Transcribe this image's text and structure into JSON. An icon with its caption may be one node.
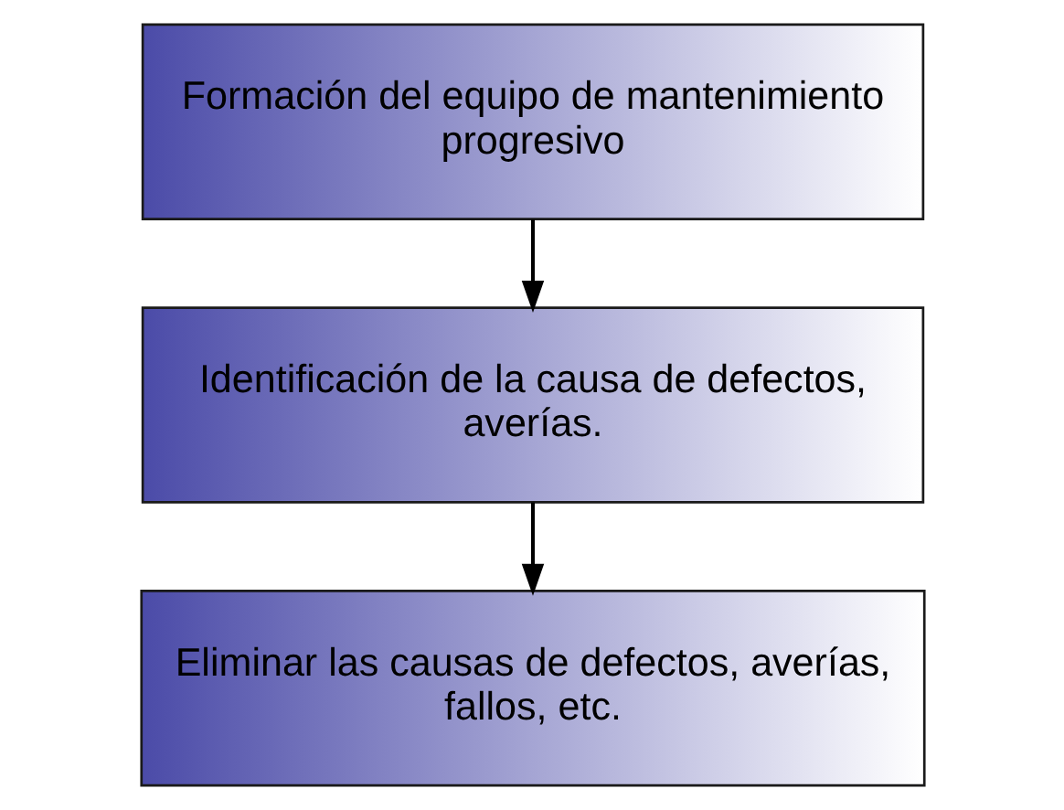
{
  "diagram": {
    "nodes": [
      {
        "text": [
          "Formación del equipo de mantenimiento progresivo"
        ]
      },
      {
        "text": [
          "Identificación de la causa de defectos, averías."
        ]
      },
      {
        "text": [
          "Eliminar las causas de defectos, averías, fallos, etc."
        ]
      }
    ],
    "edges": [
      {
        "from": 0,
        "to": 1,
        "arrow": "to"
      },
      {
        "from": 1,
        "to": 2,
        "arrow": "to"
      }
    ]
  }
}
